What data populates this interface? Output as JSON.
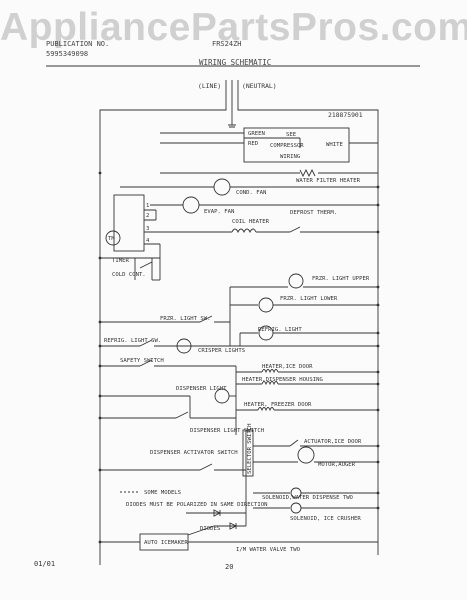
{
  "watermark": "AppliancePartsPros.com",
  "header": {
    "publication": "PUBLICATION NO.",
    "part_number": "5995349098",
    "model": "FRS24ZH",
    "title": "WIRING SCHEMATIC"
  },
  "diagram": {
    "line_label": "(LINE)",
    "neutral_label": "(NEUTRAL)",
    "schematic_number": "218875901",
    "compressor_box": {
      "green": "GREEN",
      "red": "RED",
      "see": "SEE",
      "compressor": "COMPRESSOR",
      "wiring": "WIRING",
      "white": "WHITE"
    },
    "labels": {
      "water_filter_heater": "WATER FILTER HEATER",
      "cond_fan": "COND. FAN",
      "evap_fan": "EVAP. FAN",
      "coil_heater": "COIL HEATER",
      "defrost_therm": "DEFROST THERM.",
      "tm": "TM",
      "timer": "TIMER",
      "cold_cont": "COLD CONT.",
      "frzr_light_upper": "FRZR. LIGHT UPPER",
      "frzr_light_lower": "FRZR. LIGHT LOWER",
      "frzr_light_sw": "FRZR. LIGHT SW.",
      "refrig_light": "REFRIG. LIGHT",
      "refrig_light_sw": "REFRIG. LIGHT SW.",
      "crisper_lights": "CRISPER LIGHTS",
      "safety_switch": "SAFETY SWITCH",
      "heater_ice_door": "HEATER,ICE DOOR",
      "heater_dispenser_housing": "HEATER,DISPENSER HOUSING",
      "dispenser_light": "DISPENSER LIGHT",
      "heater_freezer_door": "HEATER, FREEZER DOOR",
      "dispenser_light_switch": "DISPENSER LIGHT SWITCH",
      "dispenser_activator_switch": "DISPENSER ACTIVATOR SWITCH",
      "selector_switch": "SELECTOR SWITCH",
      "actuator_ice_door": "ACTUATOR,ICE DOOR",
      "motor_auger": "MOTOR,AUGER",
      "some_models": "SOME MODELS",
      "diodes_note": "DIODES MUST BE POLARIZED IN SAME DIRECTION",
      "diodes": "DIODES",
      "solenoid_water": "SOLENOID,WATER DISPENSE TWO",
      "solenoid_ice": "SOLENOID, ICE CRUSHER",
      "auto_icemaker": "AUTO ICEMAKER",
      "water_valve": "I/M WATER VALVE TWO",
      "num_1": "1",
      "num_2": "2",
      "num_3": "3",
      "num_4": "4"
    }
  },
  "footer": {
    "date": "01/01",
    "page": "20"
  }
}
